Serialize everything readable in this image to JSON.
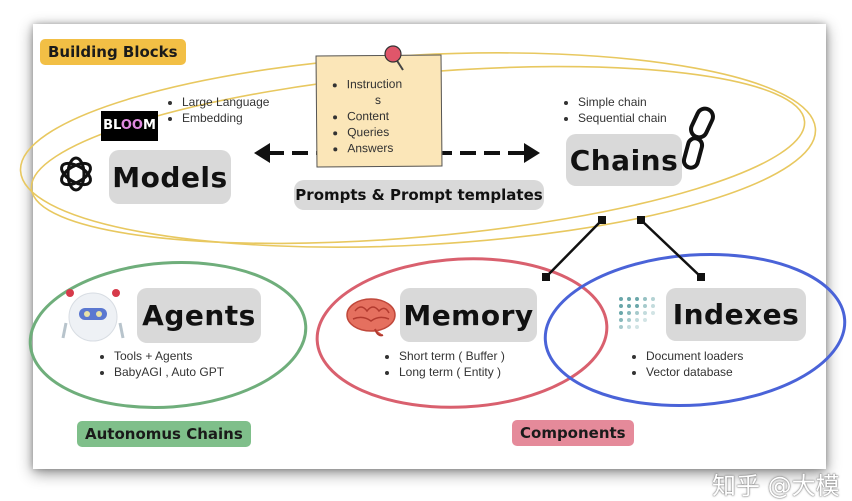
{
  "diagram": {
    "groups": {
      "building_blocks": {
        "label": "Building Blocks",
        "color": "#f2bf45"
      },
      "autonomous_chains": {
        "label": "Autonomus Chains",
        "color": "#7fbf8a"
      },
      "components": {
        "label": "Components",
        "color": "#e58a9a"
      }
    },
    "nodes": {
      "models": {
        "label": "Models",
        "icon": "openai-logo-icon",
        "logo": {
          "name": "bloom-logo",
          "text_left": "BL",
          "text_mid": "OO",
          "text_right": "M"
        },
        "bullets": [
          "Large Language",
          "Embedding"
        ]
      },
      "prompts": {
        "label": "Prompts & Prompt templates",
        "note_bullets": [
          "Instruction",
          "s",
          "Content",
          "Queries",
          "Answers"
        ]
      },
      "chains": {
        "label": "Chains",
        "icon": "chain-link-icon",
        "bullets": [
          "Simple chain",
          "Sequential chain"
        ]
      },
      "agents": {
        "label": "Agents",
        "icon": "robot-icon",
        "bullets": [
          "Tools + Agents",
          "BabyAGI , Auto GPT"
        ]
      },
      "memory": {
        "label": "Memory",
        "icon": "brain-icon",
        "bullets": [
          "Short term ( Buffer )",
          "Long term ( Entity )"
        ]
      },
      "indexes": {
        "label": "Indexes",
        "icon": "dot-grid-icon",
        "bullets": [
          "Document loaders",
          "Vector database"
        ]
      }
    },
    "edges": [
      {
        "from": "models",
        "to": "chains",
        "style": "dashed",
        "arrows": "both"
      },
      {
        "from": "chains",
        "to": "memory",
        "style": "solid"
      },
      {
        "from": "chains",
        "to": "indexes",
        "style": "solid"
      }
    ],
    "colors": {
      "building_blocks_ellipse": "#e8c860",
      "agents_ellipse": "#6fae7b",
      "memory_ellipse": "#d9606e",
      "indexes_ellipse": "#4a63d8",
      "pill_bg": "#d9d9d9"
    }
  },
  "watermark": "知乎 @大模"
}
